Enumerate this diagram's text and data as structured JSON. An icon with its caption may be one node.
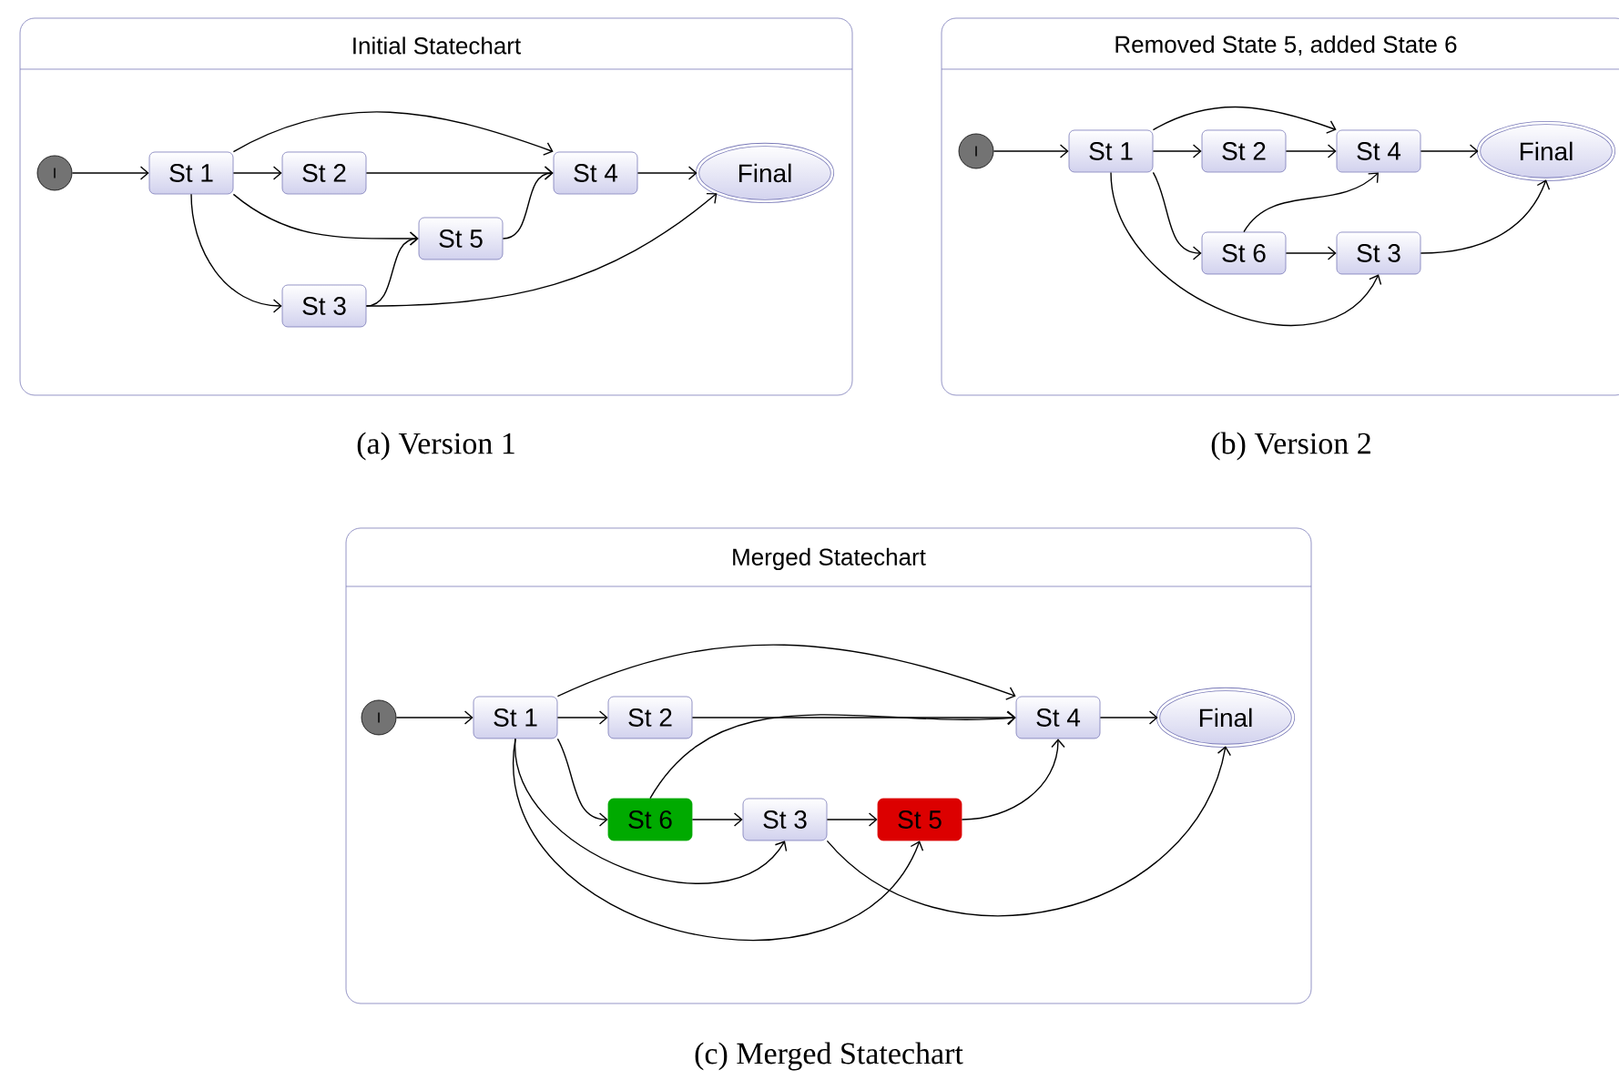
{
  "diagram": {
    "nodes": [
      {
        "text": [
          "Initial Statechart"
        ],
        "beside": [
          "(a) Version 1"
        ]
      },
      {
        "text": [
          "I"
        ],
        "in": 0
      },
      {
        "text": [
          "St 1"
        ],
        "in": 0
      },
      {
        "text": [
          "St 2"
        ],
        "in": 0
      },
      {
        "text": [
          "St 4"
        ],
        "in": 0
      },
      {
        "text": [
          "Final"
        ],
        "in": 0
      },
      {
        "text": [
          "St 5"
        ],
        "in": 0
      },
      {
        "text": [
          "St 3"
        ],
        "in": 0
      },
      {
        "text": [
          "Removed State 5, added State 6"
        ],
        "beside": [
          "(b) Version 2"
        ]
      },
      {
        "text": [
          "I"
        ],
        "in": 8
      },
      {
        "text": [
          "St 1"
        ],
        "in": 8
      },
      {
        "text": [
          "St 2"
        ],
        "in": 8
      },
      {
        "text": [
          "St 4"
        ],
        "in": 8
      },
      {
        "text": [
          "Final"
        ],
        "in": 8
      },
      {
        "text": [
          "St 6"
        ],
        "in": 8
      },
      {
        "text": [
          "St 3"
        ],
        "in": 8
      },
      {
        "text": [
          "Merged Statechart"
        ],
        "beside": [
          "(c) Merged Statechart"
        ]
      },
      {
        "text": [
          "I"
        ],
        "in": 16
      },
      {
        "text": [
          "St 1"
        ],
        "in": 16
      },
      {
        "text": [
          "St 2"
        ],
        "in": 16
      },
      {
        "text": [
          "St 4"
        ],
        "in": 16
      },
      {
        "text": [
          "Final"
        ],
        "in": 16
      },
      {
        "text": [
          "St 6"
        ],
        "in": 16
      },
      {
        "text": [
          "St 3"
        ],
        "in": 16
      },
      {
        "text": [
          "St 5"
        ],
        "in": 16
      }
    ],
    "edges": [
      {
        "from": 1,
        "to": 2,
        "arrow": "to"
      },
      {
        "from": 2,
        "to": 3,
        "arrow": "to"
      },
      {
        "from": 2,
        "to": 4,
        "arrow": "to"
      },
      {
        "from": 2,
        "to": 6,
        "arrow": "to"
      },
      {
        "from": 2,
        "to": 7,
        "arrow": "to"
      },
      {
        "from": 3,
        "to": 4,
        "arrow": "to"
      },
      {
        "from": 4,
        "to": 5,
        "arrow": "to"
      },
      {
        "from": 6,
        "to": 4,
        "arrow": "to"
      },
      {
        "from": 7,
        "to": 6,
        "arrow": "to"
      },
      {
        "from": 7,
        "to": 5,
        "arrow": "to"
      },
      {
        "from": 9,
        "to": 10,
        "arrow": "to"
      },
      {
        "from": 10,
        "to": 11,
        "arrow": "to"
      },
      {
        "from": 10,
        "to": 12,
        "arrow": "to"
      },
      {
        "from": 10,
        "to": 14,
        "arrow": "to"
      },
      {
        "from": 10,
        "to": 15,
        "arrow": "to"
      },
      {
        "from": 11,
        "to": 12,
        "arrow": "to"
      },
      {
        "from": 12,
        "to": 13,
        "arrow": "to"
      },
      {
        "from": 14,
        "to": 12,
        "arrow": "to"
      },
      {
        "from": 14,
        "to": 15,
        "arrow": "to"
      },
      {
        "from": 15,
        "to": 13,
        "arrow": "to"
      },
      {
        "from": 17,
        "to": 18,
        "arrow": "to"
      },
      {
        "from": 18,
        "to": 19,
        "arrow": "to"
      },
      {
        "from": 18,
        "to": 20,
        "arrow": "to"
      },
      {
        "from": 18,
        "to": 22,
        "arrow": "to"
      },
      {
        "from": 18,
        "to": 23,
        "arrow": "to"
      },
      {
        "from": 18,
        "to": 24,
        "arrow": "to"
      },
      {
        "from": 19,
        "to": 20,
        "arrow": "to"
      },
      {
        "from": 20,
        "to": 21,
        "arrow": "to"
      },
      {
        "from": 22,
        "to": 20,
        "arrow": "to"
      },
      {
        "from": 22,
        "to": 23,
        "arrow": "to"
      },
      {
        "from": 23,
        "to": 24,
        "arrow": "to"
      },
      {
        "from": 23,
        "to": 21,
        "arrow": "to"
      },
      {
        "from": 24,
        "to": 20,
        "arrow": "to"
      }
    ]
  }
}
